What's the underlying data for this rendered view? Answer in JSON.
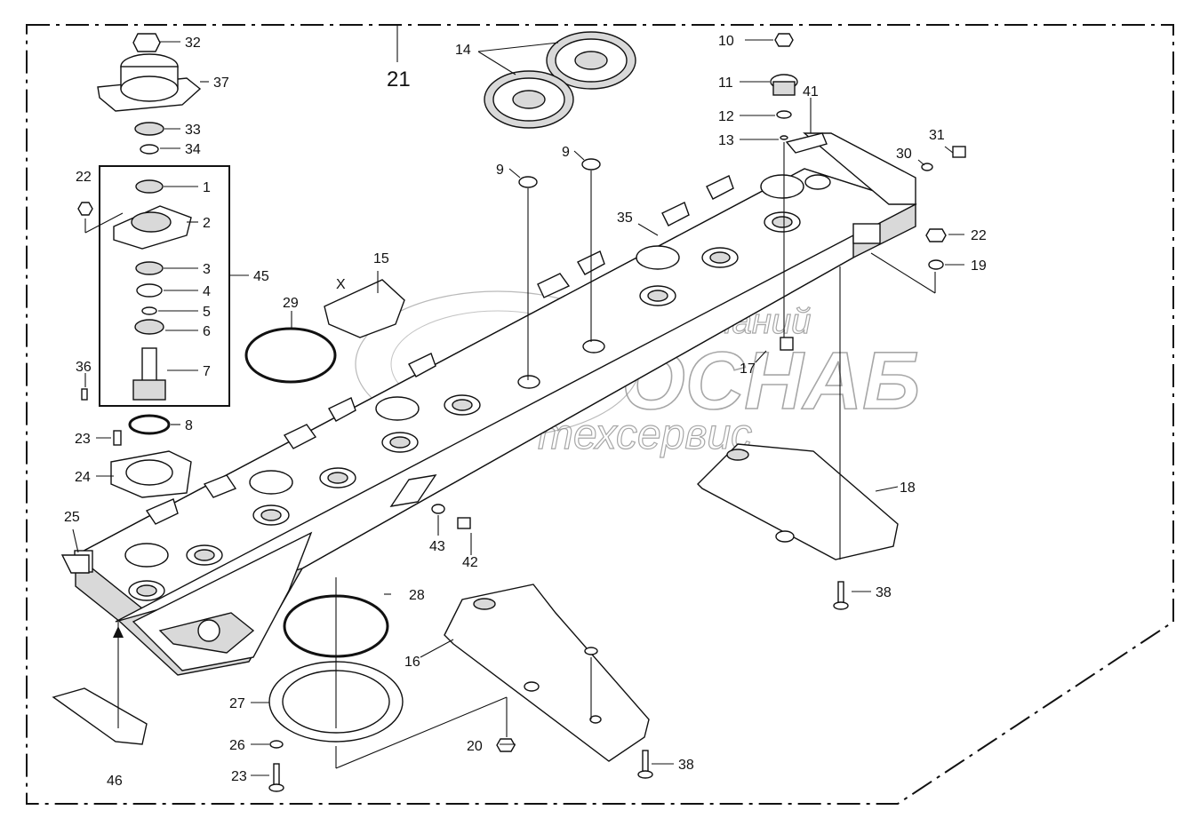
{
  "diagram": {
    "assembly_number": "21",
    "watermark": {
      "line1": "группа компаний",
      "line2": "АГРОСНАБ",
      "line3": "техсервис"
    },
    "callouts": {
      "c1": "1",
      "c2": "2",
      "c3": "3",
      "c4": "4",
      "c5": "5",
      "c6": "6",
      "c7": "7",
      "c8": "8",
      "c9a": "9",
      "c9b": "9",
      "c10": "10",
      "c11": "11",
      "c12": "12",
      "c13": "13",
      "c14": "14",
      "c15": "15",
      "c16": "16",
      "c17": "17",
      "c18": "18",
      "c19": "19",
      "c20": "20",
      "c22a": "22",
      "c22b": "22",
      "c23a": "23",
      "c23b": "23",
      "c24": "24",
      "c25": "25",
      "c26": "26",
      "c27": "27",
      "c28": "28",
      "c29": "29",
      "c30": "30",
      "c31": "31",
      "c32": "32",
      "c33": "33",
      "c34": "34",
      "c35": "35",
      "c36": "36",
      "c37": "37",
      "c38a": "38",
      "c38b": "38",
      "c41": "41",
      "c42": "42",
      "c43": "43",
      "c45": "45",
      "c46": "46",
      "c-x": "X"
    }
  }
}
